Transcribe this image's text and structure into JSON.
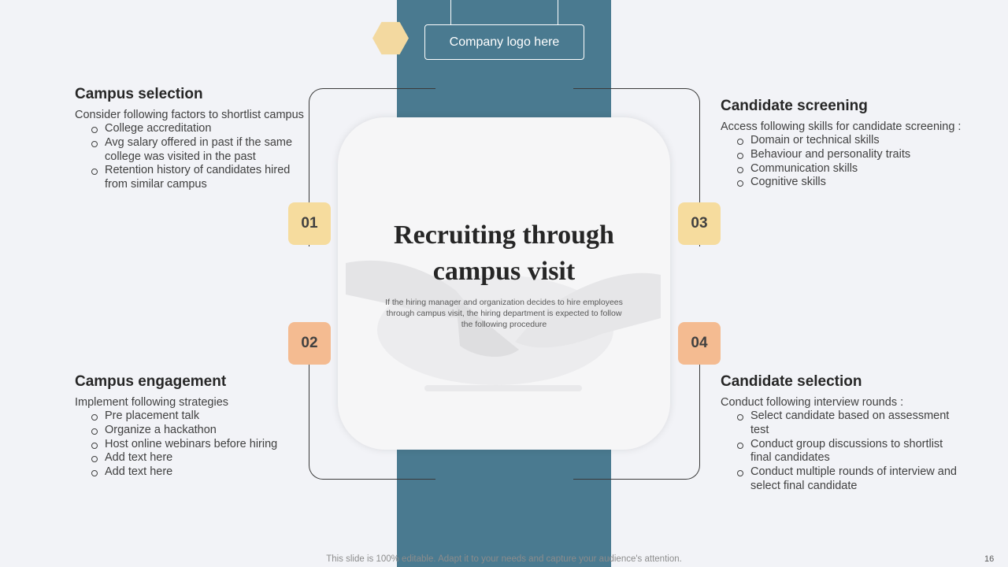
{
  "logo_text": "Company logo here",
  "center": {
    "title_line1": "Recruiting through",
    "title_line2": "campus visit",
    "subtitle": "If the hiring manager and organization decides to hire employees through campus visit, the hiring department is expected to follow the following procedure"
  },
  "steps": [
    {
      "number": "01",
      "title": "Campus selection",
      "intro": "Consider following factors to shortlist campus",
      "bullets": [
        "College accreditation",
        "Avg salary offered in past if the same college was visited in the past",
        "Retention history of candidates hired from similar campus"
      ]
    },
    {
      "number": "02",
      "title": "Campus engagement",
      "intro": "Implement following strategies",
      "bullets": [
        "Pre placement talk",
        "Organize a hackathon",
        "Host online webinars before hiring",
        "Add text here",
        "Add text here"
      ]
    },
    {
      "number": "03",
      "title": "Candidate screening",
      "intro": "Access following skills for candidate screening :",
      "bullets": [
        "Domain or technical skills",
        "Behaviour and personality traits",
        "Communication skills",
        "Cognitive skills"
      ]
    },
    {
      "number": "04",
      "title": "Candidate selection",
      "intro": "Conduct following interview rounds :",
      "bullets": [
        "Select candidate based on assessment test",
        "Conduct group discussions to shortlist final candidates",
        "Conduct multiple rounds of interview and select final candidate"
      ]
    }
  ],
  "footer_text": "This slide is 100% editable. Adapt it to your needs and capture your audience's attention.",
  "page_number": "16",
  "colors": {
    "band": "#4a7a90",
    "background": "#f2f3f7",
    "yellow_badge": "#f6dc9e",
    "orange_badge": "#f4bb91",
    "hexagon": "#f3d9a0"
  }
}
